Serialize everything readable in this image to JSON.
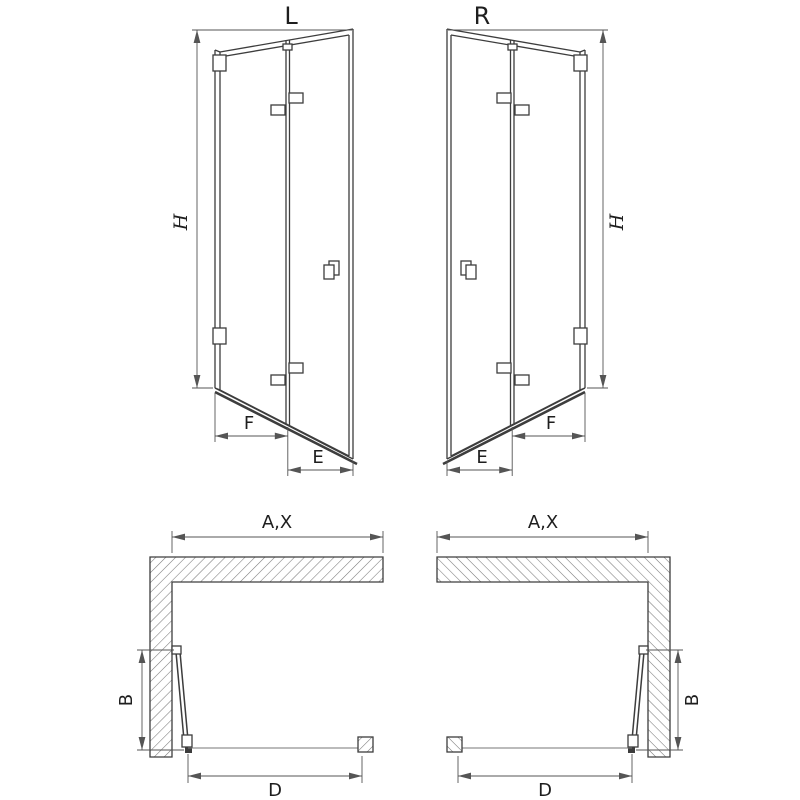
{
  "front_left": {
    "variant_label": "L",
    "height_label": "H",
    "panel_f_label": "F",
    "panel_e_label": "E"
  },
  "front_right": {
    "variant_label": "R",
    "height_label": "H",
    "panel_f_label": "F",
    "panel_e_label": "E"
  },
  "plan_left": {
    "width_label": "A,X",
    "depth_label": "B",
    "entry_label": "D"
  },
  "plan_right": {
    "width_label": "A,X",
    "depth_label": "B",
    "entry_label": "D"
  },
  "colors": {
    "background": "#ffffff",
    "outline": "#3d3d3d",
    "dimension": "#555555",
    "hatch": "#7a7a7a",
    "text": "#1e1e1e"
  }
}
